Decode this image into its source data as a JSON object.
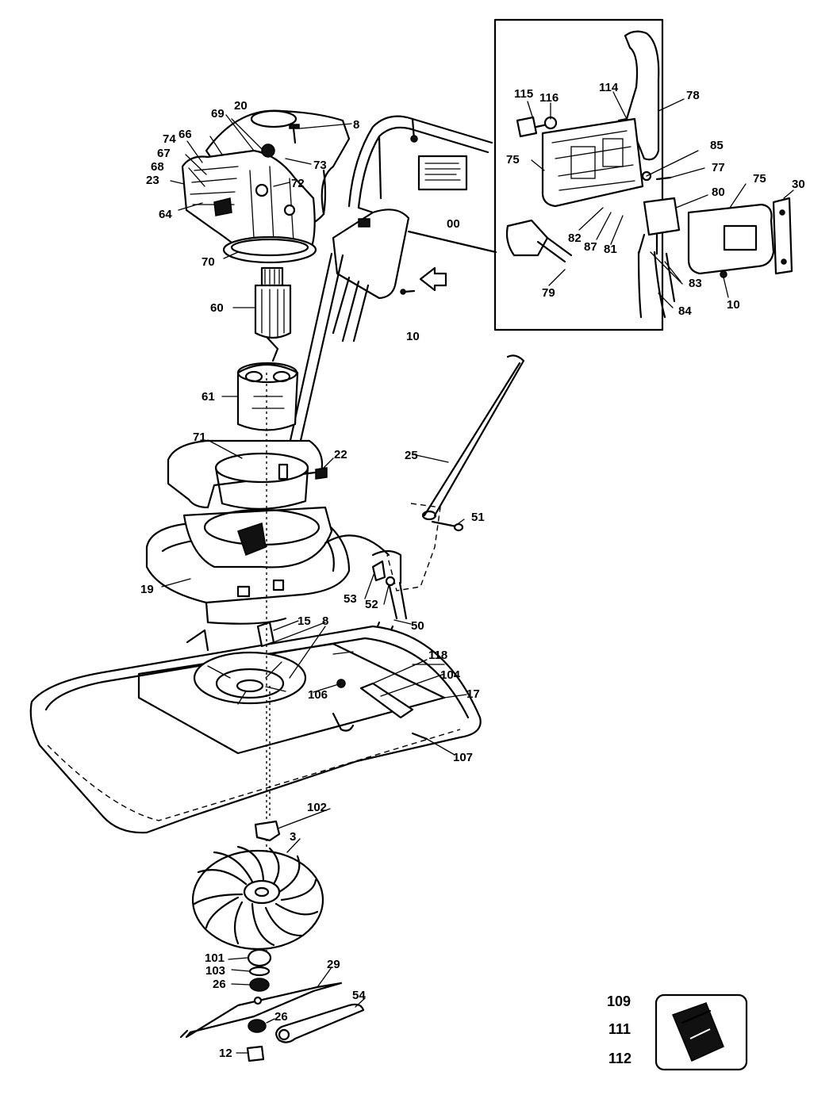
{
  "labels": {
    "l8a": "8",
    "l20": "20",
    "l69": "69",
    "l66": "66",
    "l74": "74",
    "l67": "67",
    "l68": "68",
    "l23": "23",
    "l73": "73",
    "l72": "72",
    "l64": "64",
    "l70": "70",
    "l00": "00",
    "l60": "60",
    "l10a": "10",
    "l61": "61",
    "l71": "71",
    "l22": "22",
    "l25": "25",
    "l51": "51",
    "l19": "19",
    "l53": "53",
    "l52": "52",
    "l50": "50",
    "l15": "15",
    "l8b": "8",
    "l118": "118",
    "l104": "104",
    "l106": "106",
    "l17": "17",
    "l107": "107",
    "l102": "102",
    "l3": "3",
    "l101": "101",
    "l103": "103",
    "l26a": "26",
    "l29": "29",
    "l54": "54",
    "l26b": "26",
    "l12": "12",
    "i115": "115",
    "i116": "116",
    "i114": "114",
    "i78": "78",
    "i75a": "75",
    "i85": "85",
    "i77": "77",
    "i75b": "75",
    "i30": "30",
    "i80": "80",
    "i82": "82",
    "i87": "87",
    "i81": "81",
    "i79": "79",
    "i83": "83",
    "i84": "84",
    "i10": "10"
  },
  "kit": {
    "l109": "109",
    "l111": "111",
    "l112": "112"
  }
}
